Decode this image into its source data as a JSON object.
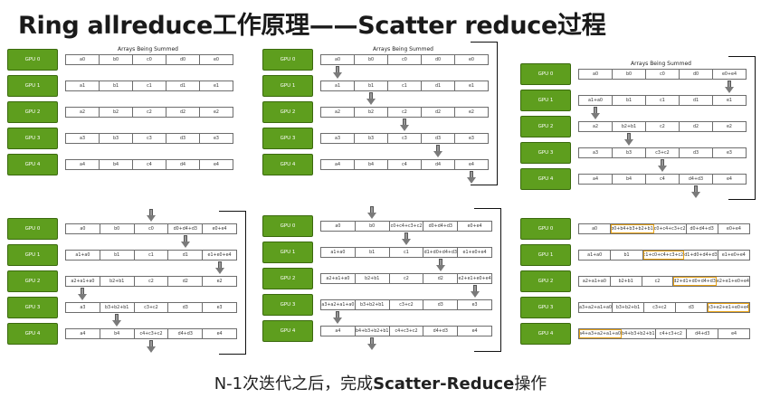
{
  "title": "Ring allreduce工作原理——Scatter reduce过程",
  "footer_prefix": "N-1次迭代之后，完成",
  "footer_bold": "Scatter-Reduce",
  "footer_suffix": "操作",
  "panel_label": "Arrays Being Summed",
  "gpus": [
    "GPU 0",
    "GPU 1",
    "GPU 2",
    "GPU 3",
    "GPU 4"
  ],
  "highlight_color": "#e8a317",
  "gpu_color": "#5e9e1e",
  "panels": [
    {
      "show_label": true,
      "rows": [
        [
          "a0",
          "b0",
          "c0",
          "d0",
          "e0"
        ],
        [
          "a1",
          "b1",
          "c1",
          "d1",
          "e1"
        ],
        [
          "a2",
          "b2",
          "c2",
          "d2",
          "e2"
        ],
        [
          "a3",
          "b3",
          "c3",
          "d3",
          "e3"
        ],
        [
          "a4",
          "b4",
          "c4",
          "d4",
          "e4"
        ]
      ]
    },
    {
      "show_label": true,
      "rows": [
        [
          "a0",
          "b0",
          "c0",
          "d0",
          "e0"
        ],
        [
          "a1",
          "b1",
          "c1",
          "d1",
          "e1"
        ],
        [
          "a2",
          "b2",
          "c2",
          "d2",
          "e2"
        ],
        [
          "a3",
          "b3",
          "c3",
          "d3",
          "e3"
        ],
        [
          "a4",
          "b4",
          "c4",
          "d4",
          "e4"
        ]
      ]
    },
    {
      "show_label": true,
      "rows": [
        [
          "a0",
          "b0",
          "c0",
          "d0",
          "e0+e4"
        ],
        [
          "a1+a0",
          "b1",
          "c1",
          "d1",
          "e1"
        ],
        [
          "a2",
          "b2+b1",
          "c2",
          "d2",
          "e2"
        ],
        [
          "a3",
          "b3",
          "c3+c2",
          "d3",
          "e3"
        ],
        [
          "a4",
          "b4",
          "c4",
          "d4+d3",
          "e4"
        ]
      ]
    },
    {
      "show_label": false,
      "rows": [
        [
          "a0",
          "b0",
          "c0",
          "d0+d4+d3",
          "e0+e4"
        ],
        [
          "a1+a0",
          "b1",
          "c1",
          "d1",
          "e1+e0+e4"
        ],
        [
          "a2+a1+a0",
          "b2+b1",
          "c2",
          "d2",
          "e2"
        ],
        [
          "a3",
          "b3+b2+b1",
          "c3+c2",
          "d3",
          "e3"
        ],
        [
          "a4",
          "b4",
          "c4+c3+c2",
          "d4+d3",
          "e4"
        ]
      ]
    },
    {
      "show_label": false,
      "rows": [
        [
          "a0",
          "b0",
          "c0+c4+c3+c2",
          "d0+d4+d3",
          "e0+e4"
        ],
        [
          "a1+a0",
          "b1",
          "c1",
          "d1+d0+d4+d3",
          "e1+e0+e4"
        ],
        [
          "a2+a1+a0",
          "b2+b1",
          "c2",
          "d2",
          "e2+e1+e0+e4"
        ],
        [
          "a3+a2+a1+a0",
          "b3+b2+b1",
          "c3+c2",
          "d3",
          "e3"
        ],
        [
          "a4",
          "b4+b3+b2+b1",
          "c4+c3+c2",
          "d4+d3",
          "e4"
        ]
      ]
    },
    {
      "show_label": false,
      "rows": [
        [
          "a0",
          "b0+b4+b3+b2+b1",
          "c0+c4+c3+c2",
          "d0+d4+d3",
          "e0+e4"
        ],
        [
          "a1+a0",
          "b1",
          "c1+c0+c4+c3+c2",
          "d1+d0+d4+d3",
          "e1+e0+e4"
        ],
        [
          "a2+a1+a0",
          "b2+b1",
          "c2",
          "d2+d1+d0+d4+d3",
          "e2+e1+e0+e4"
        ],
        [
          "a3+a2+a1+a0",
          "b3+b2+b1",
          "c3+c2",
          "d3",
          "e3+e2+e1+e0+e4"
        ],
        [
          "a4+a3+a2+a1+a0",
          "b4+b3+b2+b1",
          "c4+c3+c2",
          "d4+d3",
          "e4"
        ]
      ]
    }
  ],
  "highlights": [
    [
      0,
      1
    ],
    [
      1,
      2
    ],
    [
      2,
      3
    ],
    [
      3,
      4
    ],
    [
      4,
      0
    ]
  ]
}
